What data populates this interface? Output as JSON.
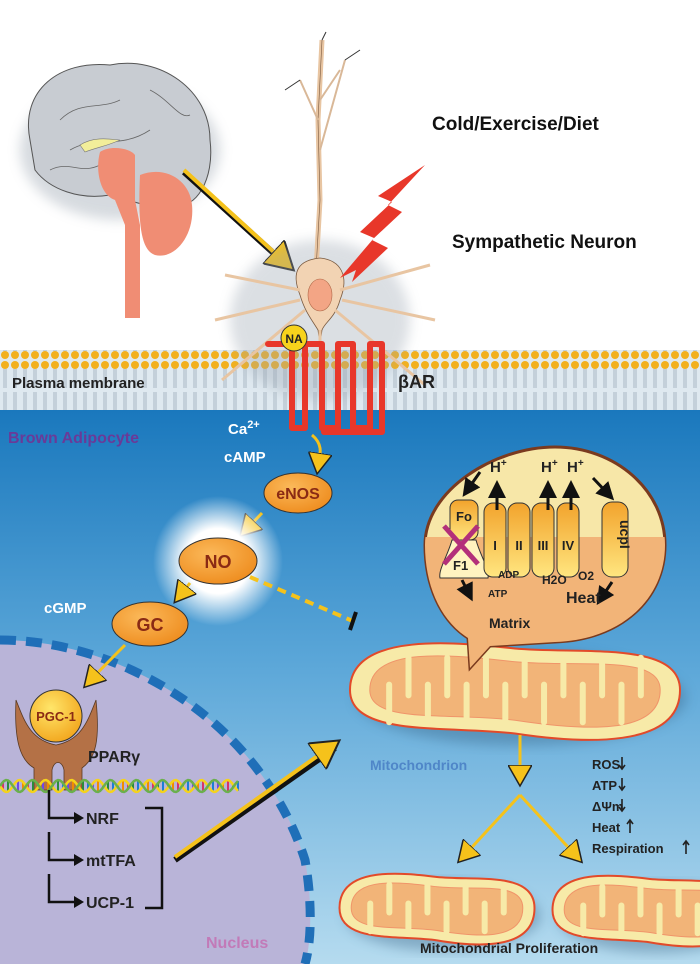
{
  "labels": {
    "stimulus": "Cold/Exercise/Diet",
    "neuron": "Sympathetic Neuron",
    "plasma_membrane": "Plasma membrane",
    "receptor": "βAR",
    "ligand": "NA",
    "cell": "Brown Adipocyte",
    "second_messenger_ca": "Ca",
    "second_messenger_ca_sup": "2+",
    "second_messenger_camp": "cAMP",
    "enos": "eNOS",
    "no": "NO",
    "gc": "GC",
    "cgmp": "cGMP",
    "pgc1": "PGC-1",
    "ppar": "PPARγ",
    "genes": [
      "NRF",
      "mtTFA",
      "UCP-1"
    ],
    "nucleus": "Nucleus",
    "mitochondrion": "Mitochondrion",
    "proliferation": "Mitochondrial Proliferation",
    "matrix": "Matrix",
    "heat_inset": "Heat",
    "h_plus": "H",
    "h_plus_sup": "+",
    "fo": "Fo",
    "f1": "F1",
    "adp": "ADP",
    "atp_inset": "ATP",
    "h2o": "H2O",
    "o2": "O2",
    "complexes": [
      "I",
      "II",
      "III",
      "IV"
    ],
    "ucp": "ucpI"
  },
  "effects": [
    {
      "label": "ROS",
      "direction": "down"
    },
    {
      "label": "ATP",
      "direction": "down"
    },
    {
      "label": "ΔΨm",
      "direction": "down"
    },
    {
      "label": "Heat",
      "direction": "up"
    },
    {
      "label": "Respiration",
      "direction": "up"
    }
  ],
  "colors": {
    "membrane_head": "#f2b01e",
    "receptor": "#e8372a",
    "cytoplasm_top": "#1f7fc0",
    "cytoplasm_bottom": "#a9d4ee",
    "nucleus": "#b9b4d8",
    "nucleus_border": "#1f6fb8",
    "enzyme": "#f29a2e",
    "enzyme_text": "#8a2a14",
    "arrow": "#f5c21b",
    "mito_outer": "#f7eaa8",
    "mito_inner": "#f2b478",
    "mito_border": "#e24a2a",
    "cell_label": "#6a3a98",
    "mito_label": "#4f86c8",
    "nucleus_label": "#c27ab8"
  }
}
